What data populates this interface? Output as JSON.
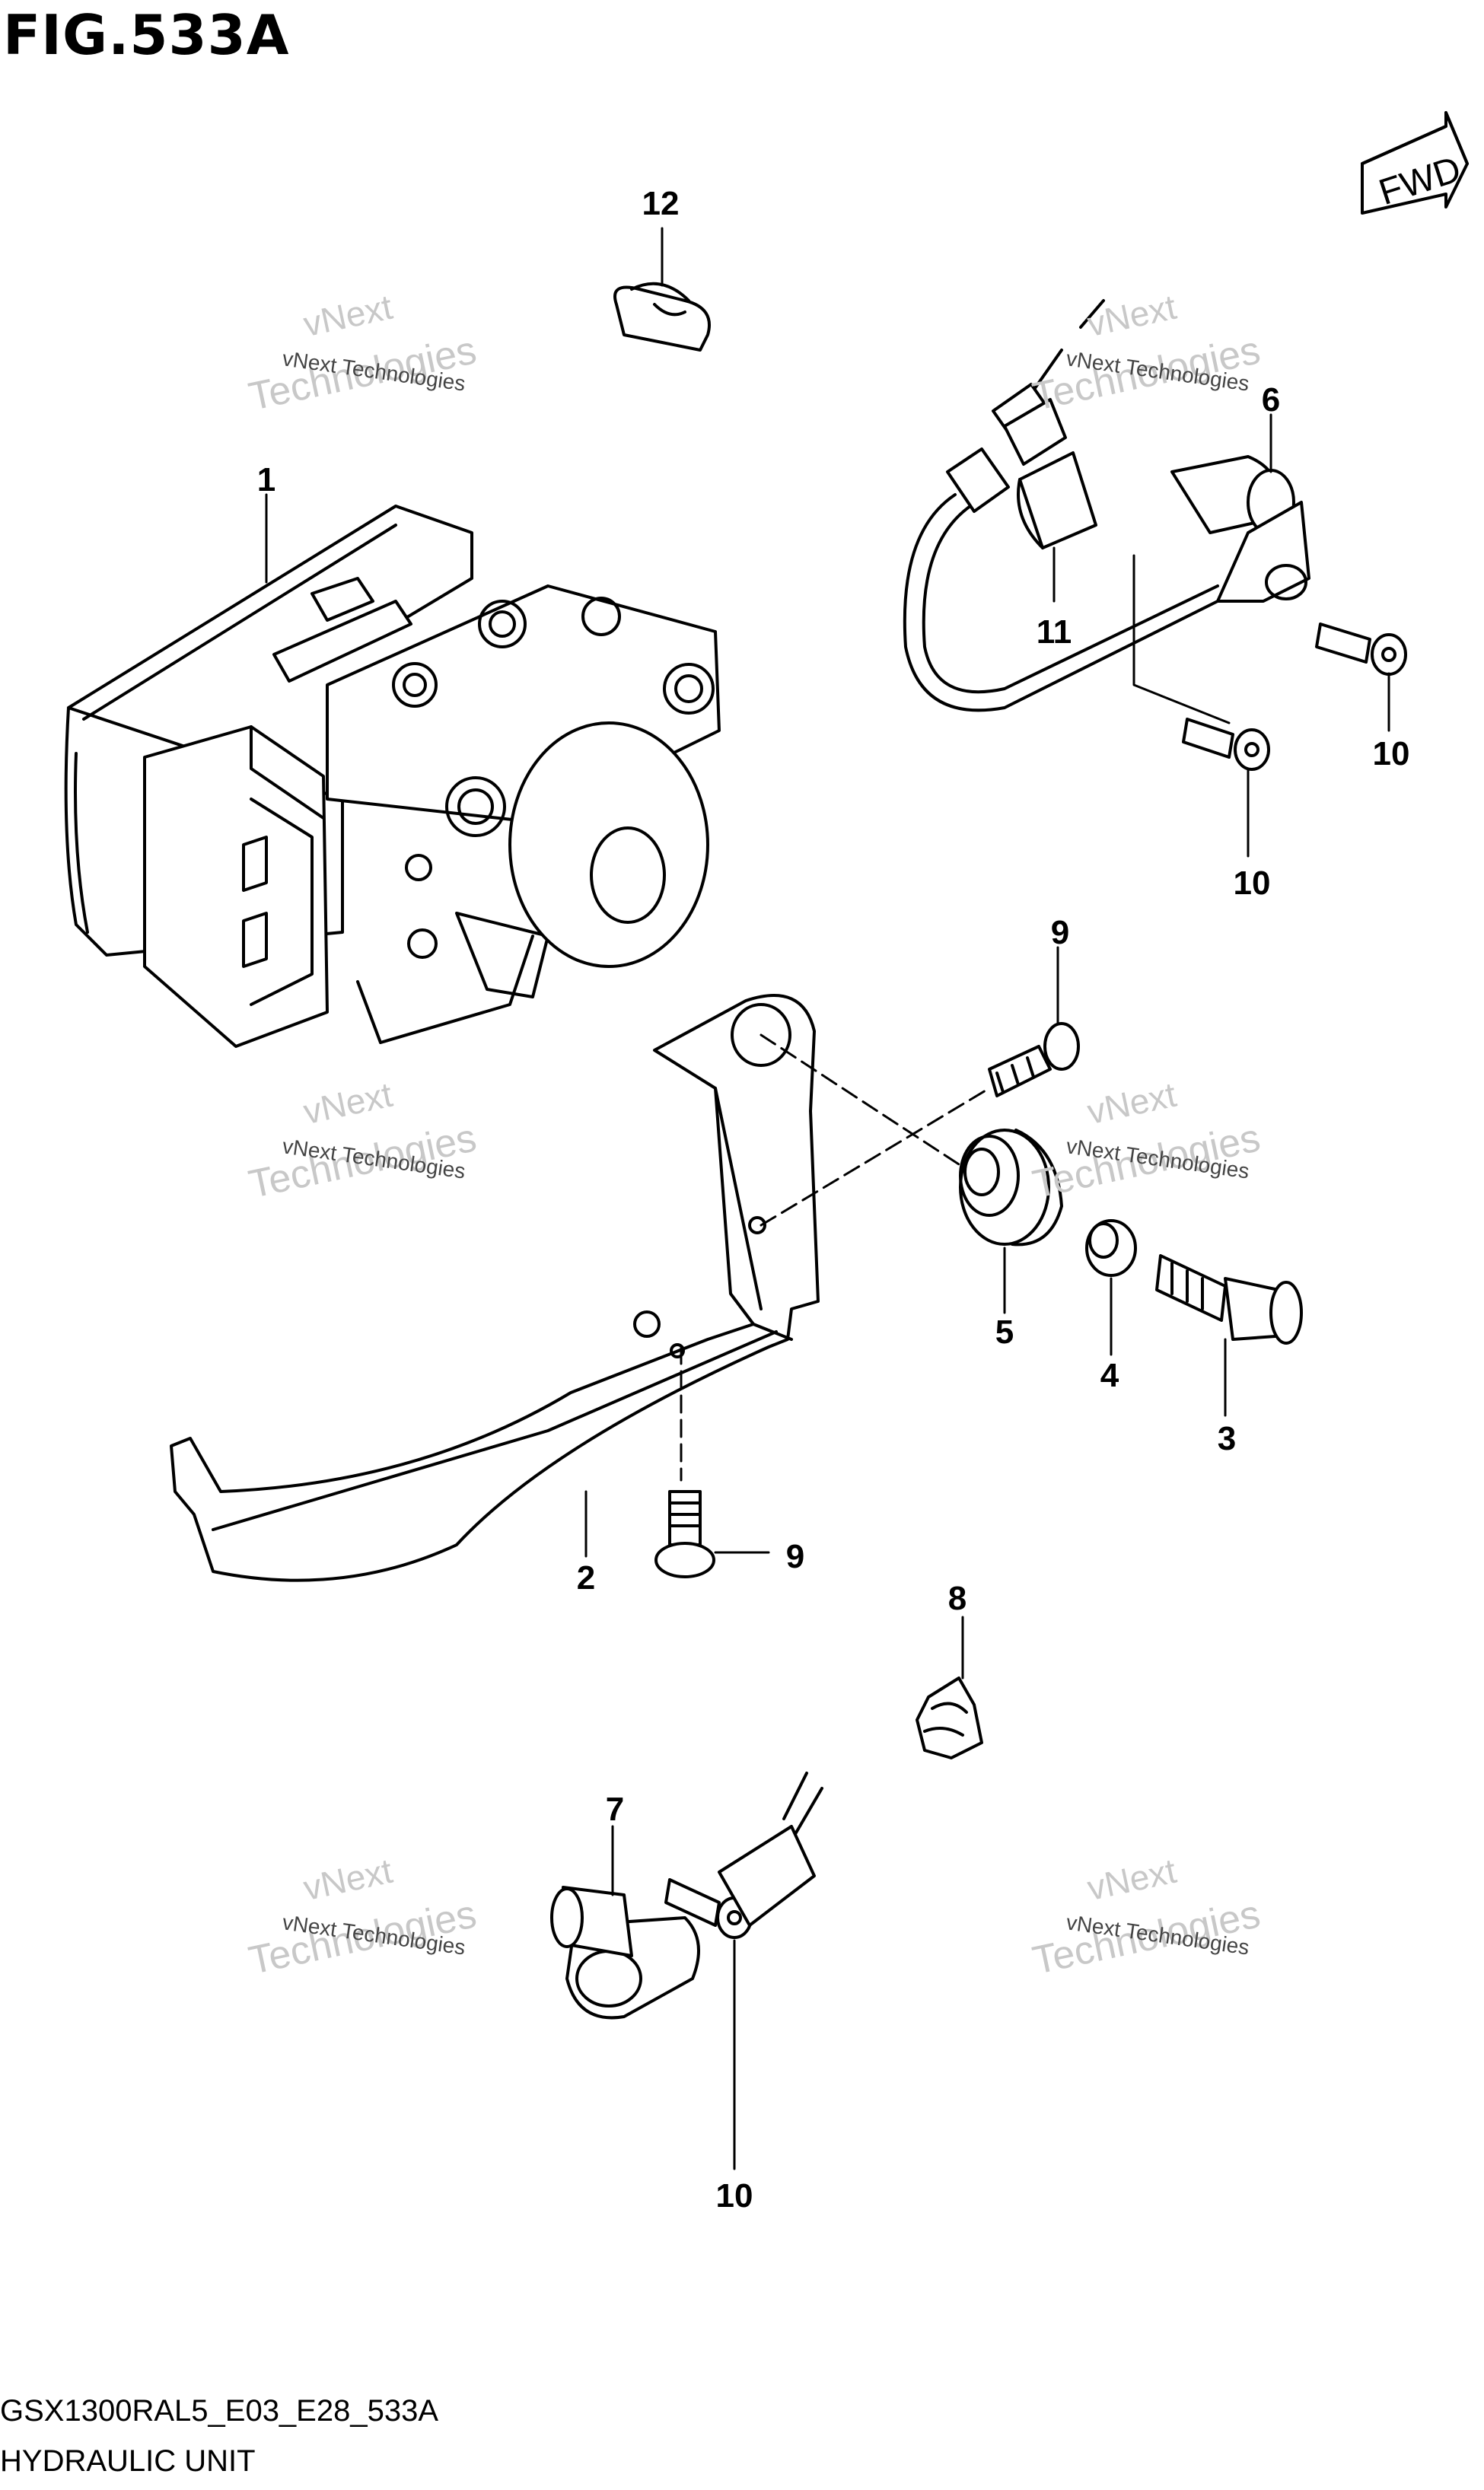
{
  "figure": {
    "title": "FIG.533A",
    "model_code": "GSX1300RAL5_E03_E28_533A",
    "name": "HYDRAULIC UNIT",
    "direction_label": "FWD"
  },
  "watermark": {
    "line1": "vNext Technologies",
    "line2": "vNext",
    "line3": "Technologies"
  },
  "callouts": {
    "c1": "1",
    "c2": "2",
    "c3": "3",
    "c4": "4",
    "c5": "5",
    "c6": "6",
    "c7": "7",
    "c8": "8",
    "c9a": "9",
    "c9b": "9",
    "c10a": "10",
    "c10b": "10",
    "c10c": "10",
    "c11": "11",
    "c12": "12"
  },
  "colors": {
    "ink": "#000000",
    "watermark": "#c8c8c8"
  }
}
